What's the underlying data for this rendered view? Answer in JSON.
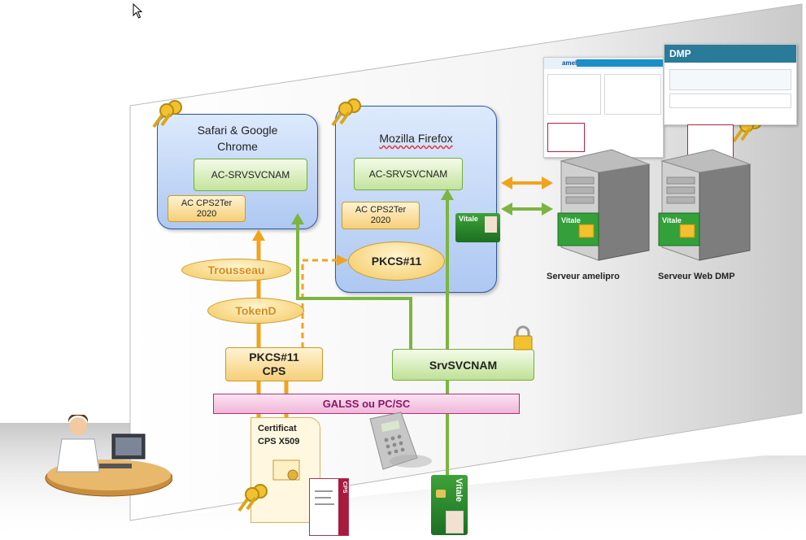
{
  "browser_safari_chrome": {
    "title_line1": "Safari  & Google",
    "title_line2": "Chrome",
    "ac_srvsvcnam": "AC-SRVSVCNAM",
    "ac_cps2ter_line1": "AC CPS2Ter",
    "ac_cps2ter_line2": "2020"
  },
  "browser_firefox": {
    "title": "Mozilla Firefox",
    "ac_srvsvcnam": "AC-SRVSVCNAM",
    "ac_cps2ter_line1": "AC CPS2Ter",
    "ac_cps2ter_line2": "2020",
    "pkcs11": "PKCS#11"
  },
  "middleware": {
    "trousseau": "Trousseau",
    "tokend": "TokenD",
    "pkcs11_cps_line1": "PKCS#11",
    "pkcs11_cps_line2": "CPS",
    "srvsvcnam": "SrvSVCNAM",
    "galss": "GALSS ou PC/SC"
  },
  "certificate": {
    "line1": "Certificat",
    "line2": "CPS X509"
  },
  "cards": {
    "vitale": "Vitale",
    "cps": "CPS"
  },
  "servers": {
    "amelipro_label": "Serveur amelipro",
    "dmp_label": "Serveur Web DMP",
    "dmp_logo": "DMP",
    "ameli_logo": "ameli"
  },
  "colors": {
    "orange_arrow": "#f0a41c",
    "green_arrow": "#7cb540",
    "blue_panel": "#aec8f2",
    "galss": "#f0b6d8"
  }
}
